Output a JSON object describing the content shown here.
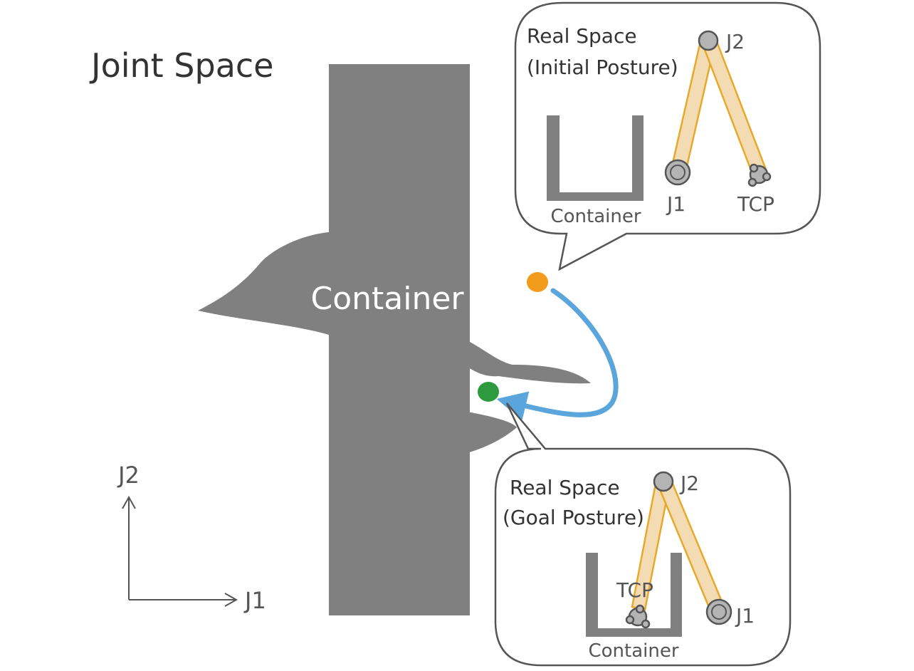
{
  "title": "Joint Space",
  "obstacle": {
    "label": "Container",
    "color": "#808080"
  },
  "axes": {
    "x_label": "J1",
    "y_label": "J2",
    "color": "#555555"
  },
  "path": {
    "color": "#5aa6dc",
    "start_color": "#f39c1c",
    "goal_color": "#2e9a3e"
  },
  "initial": {
    "title_line1": "Real Space",
    "title_line2": "(Initial Posture)",
    "container_label": "Container",
    "j1_label": "J1",
    "j2_label": "J2",
    "tcp_label": "TCP"
  },
  "goal": {
    "title_line1": "Real Space",
    "title_line2": "(Goal Posture)",
    "container_label": "Container",
    "j1_label": "J1",
    "j2_label": "J2",
    "tcp_label": "TCP"
  },
  "colors": {
    "link_fill": "#f3dcb4",
    "link_stroke": "#e8a92a",
    "joint_fill": "#b4b4b4",
    "joint_stroke": "#555555",
    "callout_stroke": "#555555",
    "text": "#333333"
  }
}
